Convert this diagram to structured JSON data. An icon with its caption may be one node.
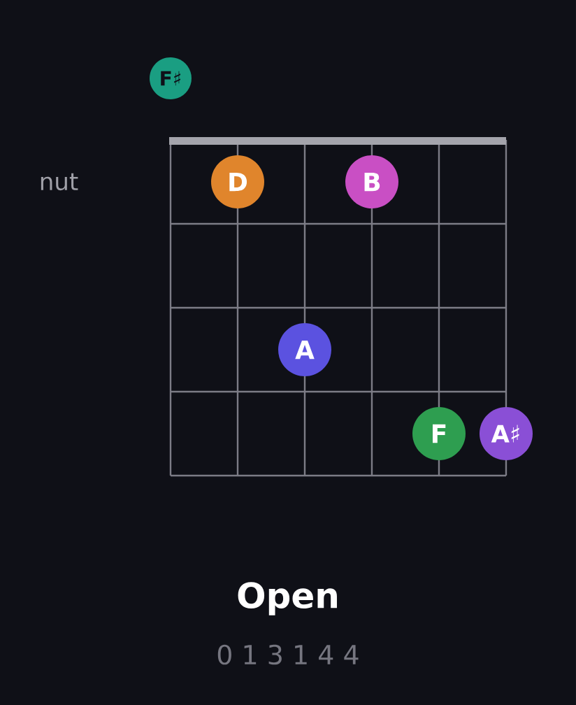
{
  "diagram": {
    "title": "Open",
    "nodes": [
      {
        "text": [
          "F♯"
        ]
      },
      {
        "text": [
          "D"
        ]
      },
      {
        "text": [
          "B"
        ]
      },
      {
        "text": [
          "A"
        ]
      },
      {
        "text": [
          "F"
        ]
      },
      {
        "text": [
          "A♯"
        ]
      }
    ],
    "labels": [
      "nut",
      "0 1 3 1 4 4"
    ]
  }
}
